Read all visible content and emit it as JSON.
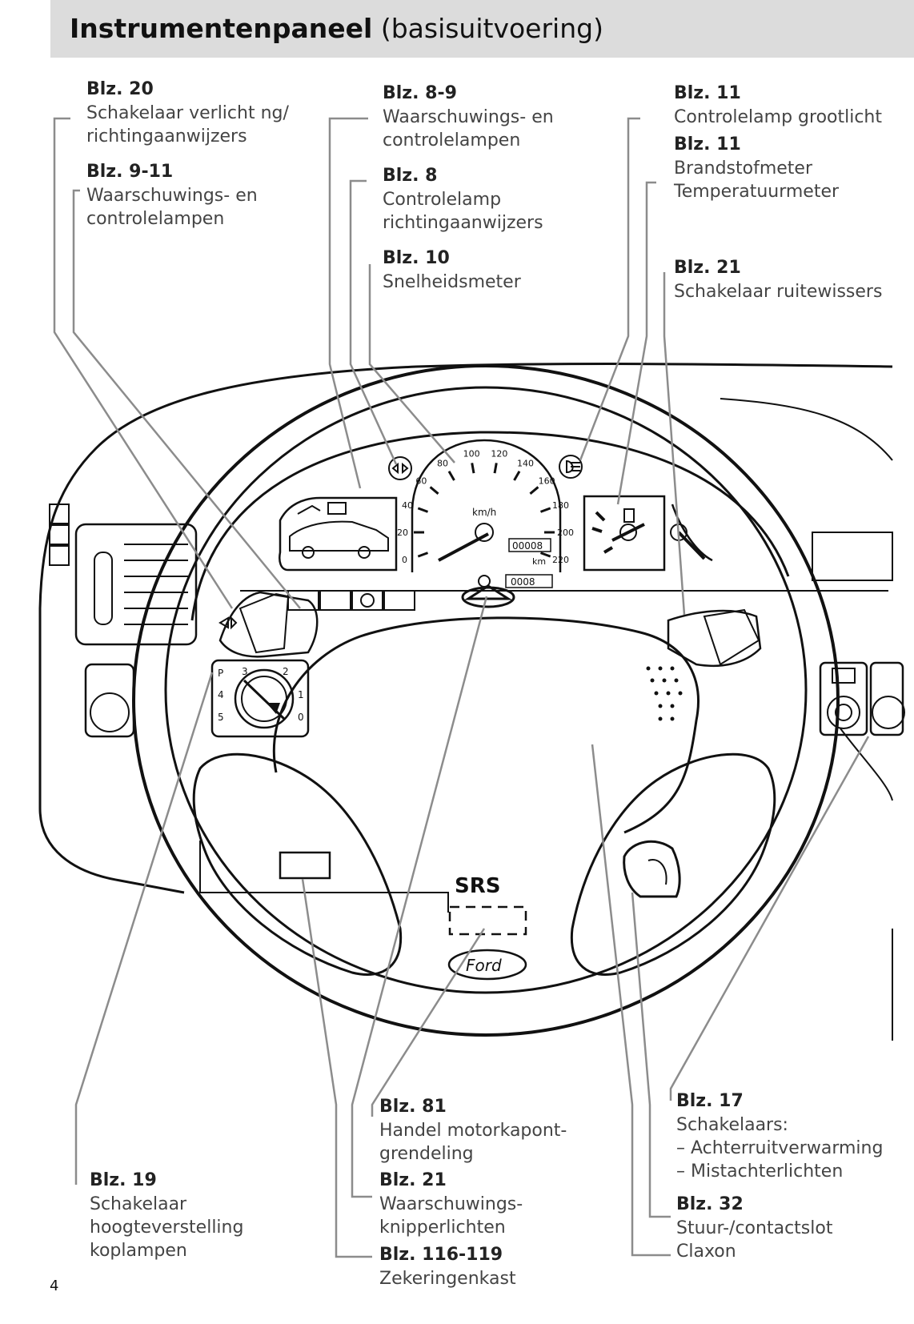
{
  "header": {
    "title_bold": "Instrumentenpaneel",
    "title_rest": "(basisuitvoering)"
  },
  "page_number": "4",
  "callouts": {
    "c1": {
      "ref": "Blz. 20",
      "lines": [
        "Schakelaar verlicht ng/",
        "richtingaanwijzers"
      ]
    },
    "c2": {
      "ref": "Blz. 9-11",
      "lines": [
        "Waarschuwings- en",
        "controlelampen"
      ]
    },
    "c3": {
      "ref": "Blz. 8-9",
      "lines": [
        "Waarschuwings- en",
        "controlelampen"
      ]
    },
    "c4": {
      "ref": "Blz. 8",
      "lines": [
        "Controlelamp",
        "richtingaanwijzers"
      ]
    },
    "c5": {
      "ref": "Blz. 10",
      "lines": [
        "Snelheidsmeter"
      ]
    },
    "c6": {
      "ref": "Blz. 11",
      "lines": [
        "Controlelamp grootlicht"
      ]
    },
    "c7": {
      "ref": "Blz. 11",
      "lines": [
        "Brandstofmeter",
        "Temperatuurmeter"
      ]
    },
    "c8": {
      "ref": "Blz. 21",
      "lines": [
        "Schakelaar ruitewissers"
      ]
    },
    "c9": {
      "ref": "Blz. 19",
      "lines": [
        "Schakelaar",
        "hoogteverstelling",
        "koplampen"
      ]
    },
    "c10": {
      "ref": "Blz. 81",
      "lines": [
        "Handel motorkapont-",
        "grendeling"
      ]
    },
    "c11": {
      "ref": "Blz. 21",
      "lines": [
        "Waarschuwings-",
        "knipperlichten"
      ]
    },
    "c12": {
      "ref": "Blz. 116-119",
      "lines": [
        "Zekeringenkast"
      ]
    },
    "c13": {
      "ref": "Blz. 17",
      "lines": [
        "Schakelaars:",
        "– Achterruitverwarming",
        "– Mistachterlichten"
      ]
    },
    "c14": {
      "ref": "Blz. 32",
      "lines": [
        "Stuur-/contactslot",
        "Claxon"
      ]
    }
  },
  "diagram": {
    "airbag_label": "SRS",
    "brand_emblem": "Ford",
    "speed_unit": "km/h",
    "odo_unit": "km",
    "odometer": "00008",
    "trip": "0008",
    "speed_ticks": [
      "0",
      "20",
      "40",
      "60",
      "80",
      "100",
      "120",
      "140",
      "160",
      "180",
      "200",
      "220"
    ],
    "light_switch_positions": [
      "P",
      "3",
      "2",
      "4",
      "1",
      "5",
      "0"
    ],
    "colors": {
      "ink": "#111111",
      "leader": "#8c8c8c",
      "header_bg": "#dcdcdc"
    }
  }
}
